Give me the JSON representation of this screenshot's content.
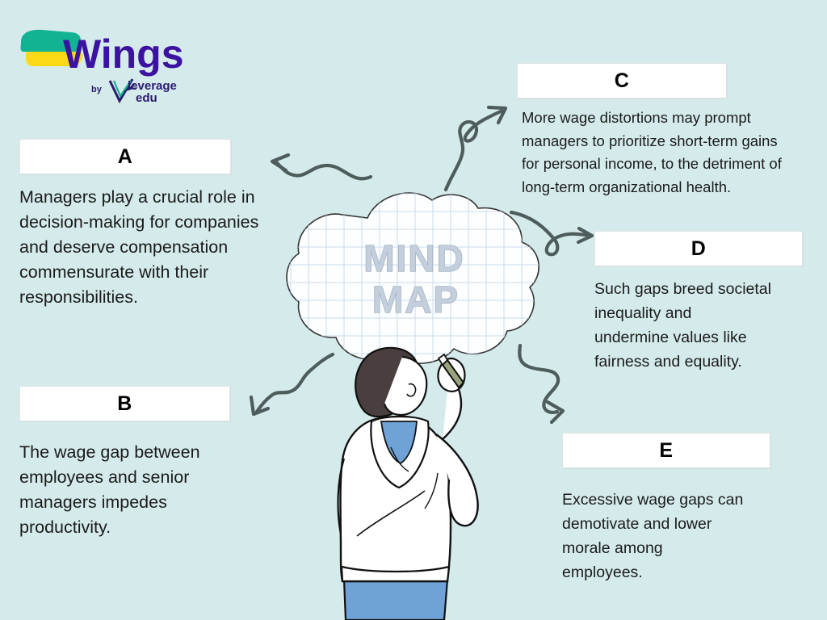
{
  "page": {
    "background_color": "#d5ebeb",
    "title": "Mind Map Infographic"
  },
  "logo": {
    "name": "Wings by Leverage Edu",
    "wordmark": "Wings",
    "by_text": "by",
    "sub_line_1": "leverage",
    "sub_line_2": "edu",
    "colors": {
      "wordmark": "#3c13a0",
      "swoosh_green": "#12b392",
      "swoosh_yellow": "#fcd917",
      "sub_mark": "#2a1a6e"
    }
  },
  "center": {
    "title_line_1": "MIND",
    "title_line_2": "MAP",
    "fill_color": "#c3cfdd",
    "outline_color": "#9aa8ba"
  },
  "nodes": [
    {
      "id": "a",
      "letter": "A",
      "text": "Managers play a crucial role in\ndecision-making for companies\nand deserve compensation\ncommensurate with their\nresponsibilities."
    },
    {
      "id": "b",
      "letter": "B",
      "text": "The wage gap between\nemployees and senior\nmanagers impedes\nproductivity."
    },
    {
      "id": "c",
      "letter": "C",
      "text": "More wage distortions may prompt\nmanagers to prioritize short-term gains\nfor personal income, to the detriment of\nlong-term organizational health."
    },
    {
      "id": "d",
      "letter": "D",
      "text": "Such gaps breed societal\ninequality and\nundermine values like\nfairness and equality."
    },
    {
      "id": "e",
      "letter": "E",
      "text": "Excessive wage gaps can\ndemotivate and lower\nmorale among\nemployees."
    }
  ],
  "illustration": {
    "subject": "person writing on a thought cloud",
    "hair_color": "#4a3f3f",
    "hoodie_color": "#ffffff",
    "shirt_color": "#6fa2d6",
    "jeans_color": "#6fa2d6",
    "marker_color": "#9aa37e"
  },
  "arrow_color": "#4e5c5c"
}
